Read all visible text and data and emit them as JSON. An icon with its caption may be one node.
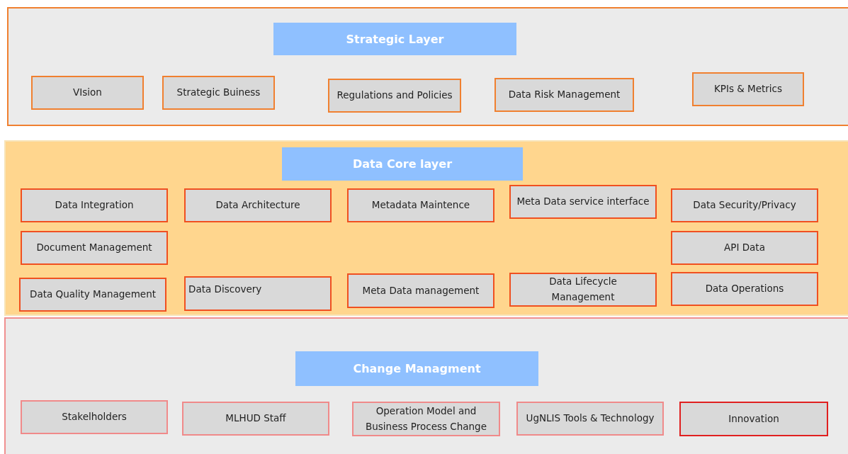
{
  "diagram": {
    "nodes": [
      {
        "text": [],
        "shape": "box"
      },
      {
        "text": [
          "Strategic Layer"
        ],
        "in": 0
      },
      {
        "text": [
          "VIsion"
        ],
        "in": 0
      },
      {
        "text": [
          "Strategic Buiness"
        ],
        "in": 0
      },
      {
        "text": [
          "Regulations and Policies"
        ],
        "in": 0
      },
      {
        "text": [
          "Data Risk Management"
        ],
        "in": 0
      },
      {
        "text": [
          "KPIs & Metrics"
        ],
        "in": 0
      },
      {
        "text": [],
        "shape": "box"
      },
      {
        "text": [
          "Data Core layer"
        ],
        "in": 7
      },
      {
        "text": [
          "Data Integration"
        ],
        "in": 7
      },
      {
        "text": [
          "Data Architecture"
        ],
        "in": 7
      },
      {
        "text": [
          "Metadata Maintence"
        ],
        "in": 7
      },
      {
        "text": [
          "Meta Data service interface"
        ],
        "in": 7
      },
      {
        "text": [
          "Data Security/Privacy"
        ],
        "in": 7
      },
      {
        "text": [
          "Document Management"
        ],
        "in": 7
      },
      {
        "text": [
          "API  Data"
        ],
        "in": 7
      },
      {
        "text": [
          "Data Quality Management"
        ],
        "in": 7
      },
      {
        "text": [
          "Data Discovery"
        ],
        "in": 7
      },
      {
        "text": [
          "Meta Data management"
        ],
        "in": 7
      },
      {
        "text": [
          "Data Lifecycle Management"
        ],
        "in": 7
      },
      {
        "text": [
          "Data Operations"
        ],
        "in": 7
      },
      {
        "text": [],
        "shape": "box"
      },
      {
        "text": [
          "Change Managment"
        ],
        "in": 21
      },
      {
        "text": [
          "Stakelholders"
        ],
        "in": 21
      },
      {
        "text": [
          "MLHUD Staff"
        ],
        "in": 21
      },
      {
        "text": [
          "Operation Model and Business Process Change"
        ],
        "in": 21
      },
      {
        "text": [
          "UgNLIS Tools & Technology"
        ],
        "in": 21
      },
      {
        "text": [
          "Innovation"
        ],
        "in": 21
      }
    ]
  }
}
